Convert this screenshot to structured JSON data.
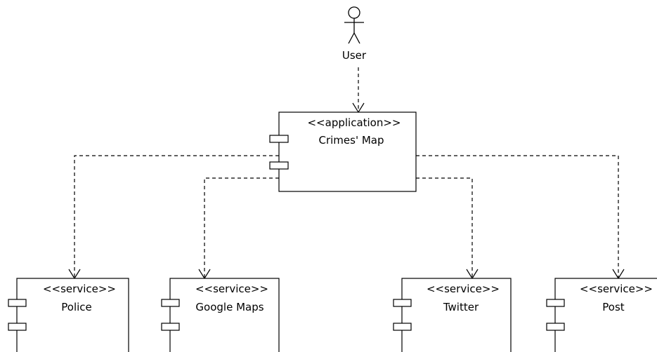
{
  "actor": {
    "label": "User"
  },
  "application": {
    "stereotype": "<<application>>",
    "name": "Crimes' Map"
  },
  "services": [
    {
      "stereotype": "<<service>>",
      "name": "Police"
    },
    {
      "stereotype": "<<service>>",
      "name": "Google Maps"
    },
    {
      "stereotype": "<<service>>",
      "name": "Twitter"
    },
    {
      "stereotype": "<<service>>",
      "name": "Post"
    }
  ],
  "colors": {
    "line": "#000000",
    "background": "#ffffff"
  }
}
